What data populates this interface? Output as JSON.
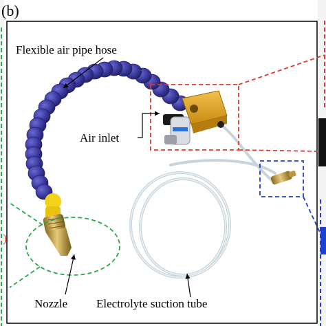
{
  "panel_label": "(b)",
  "edge_fragment_left": ".)",
  "labels": {
    "hose": "Flexible air pipe hose",
    "inlet": "Air inlet",
    "nozzle": "Nozzle",
    "tube": "Electrolyte suction tube"
  },
  "colors": {
    "frame": "#000000",
    "hose": "#3b3aa0",
    "hose_dark": "#24236e",
    "block": "#e0a020",
    "fitting": "#c9b24a",
    "nozzle_yellow": "#f2d21b",
    "tube": "#c8d4dc",
    "red_box": "#e23b2e",
    "blue_box": "#1f3fd1",
    "green_circle": "#2aa84a"
  }
}
